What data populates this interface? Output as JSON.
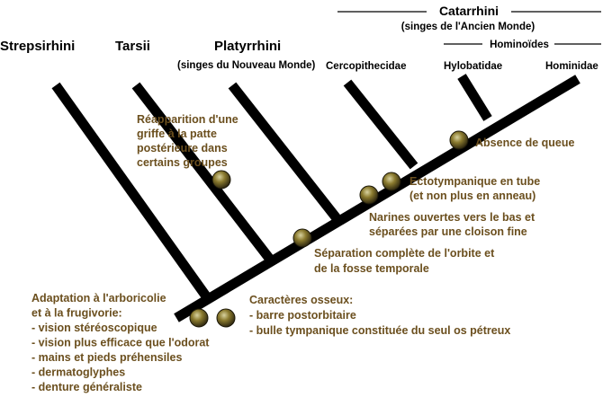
{
  "title": {
    "catarrhini": "Catarrhini",
    "catarrhini_sub": "(singes de l'Ancien Monde)",
    "hominoides": "Hominoïdes"
  },
  "taxa": {
    "strepsirhini": "Strepsirhini",
    "tarsii": "Tarsii",
    "platyrrhini": "Platyrrhini",
    "platyrrhini_sub": "(singes du Nouveau Monde)",
    "cercopithecidae": "Cercopithecidae",
    "hylobatidae": "Hylobatidae",
    "hominidae": "Hominidae"
  },
  "traits": {
    "griffe": [
      "Réapparition d'une",
      "griffe à la patte",
      "postérieure dans",
      "certains groupes"
    ],
    "queue": [
      "Absence de queue"
    ],
    "ectotympanique": [
      "Ectotympanique en tube",
      "(et non plus en anneau)"
    ],
    "narines": [
      "Narines ouvertes vers le bas et",
      "séparées par une cloison fine"
    ],
    "orbite": [
      "Séparation complète de l'orbite et",
      "de la fosse temporale"
    ],
    "osseux": [
      "Caractères osseux:",
      "- barre postorbitaire",
      "- bulle tympanique constituée du seul os pétreux"
    ],
    "arboricolie": [
      "Adaptation à l'arboricolie",
      "et à la frugivorie:",
      "- vision stéréoscopique",
      "- vision plus efficace que l'odorat",
      "- mains et pieds préhensiles",
      "- dermatoglyphes",
      "- denture généraliste"
    ]
  },
  "colors": {
    "branch": "#000000",
    "trait_text": "#6b4f1e",
    "node_fill": "#8a7a2e"
  }
}
